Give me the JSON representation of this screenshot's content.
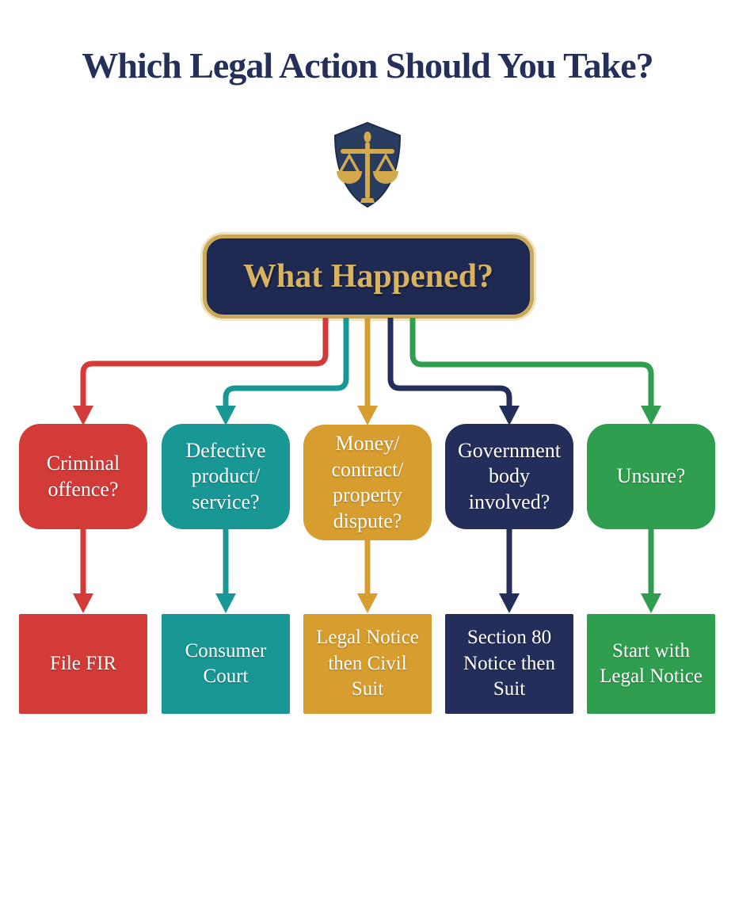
{
  "title": "Which Legal Action Should You Take?",
  "root": {
    "label": "What Happened?"
  },
  "colors": {
    "title_text": "#25305a",
    "header_bg": "#1e2a52",
    "header_border": "#c9a85c",
    "header_text": "#d9b362",
    "shield_bg": "#283c60",
    "shield_scales": "#d4a94e",
    "red": "#d23b37",
    "teal": "#199795",
    "gold": "#d79d2f",
    "navy": "#232e5a",
    "green": "#2f9e4e"
  },
  "branches": [
    {
      "id": "criminal",
      "color": "red",
      "question": "Criminal offence?",
      "action": "File FIR"
    },
    {
      "id": "defective",
      "color": "teal",
      "question": "Defective product/ service?",
      "action": "Consumer Court"
    },
    {
      "id": "dispute",
      "color": "gold",
      "question": "Money/ contract/ property dispute?",
      "action": "Legal Notice then Civil Suit"
    },
    {
      "id": "government",
      "color": "navy",
      "question": "Government body involved?",
      "action": "Section 80 Notice then Suit"
    },
    {
      "id": "unsure",
      "color": "green",
      "question": "Unsure?",
      "action": "Start with Legal Notice"
    }
  ]
}
